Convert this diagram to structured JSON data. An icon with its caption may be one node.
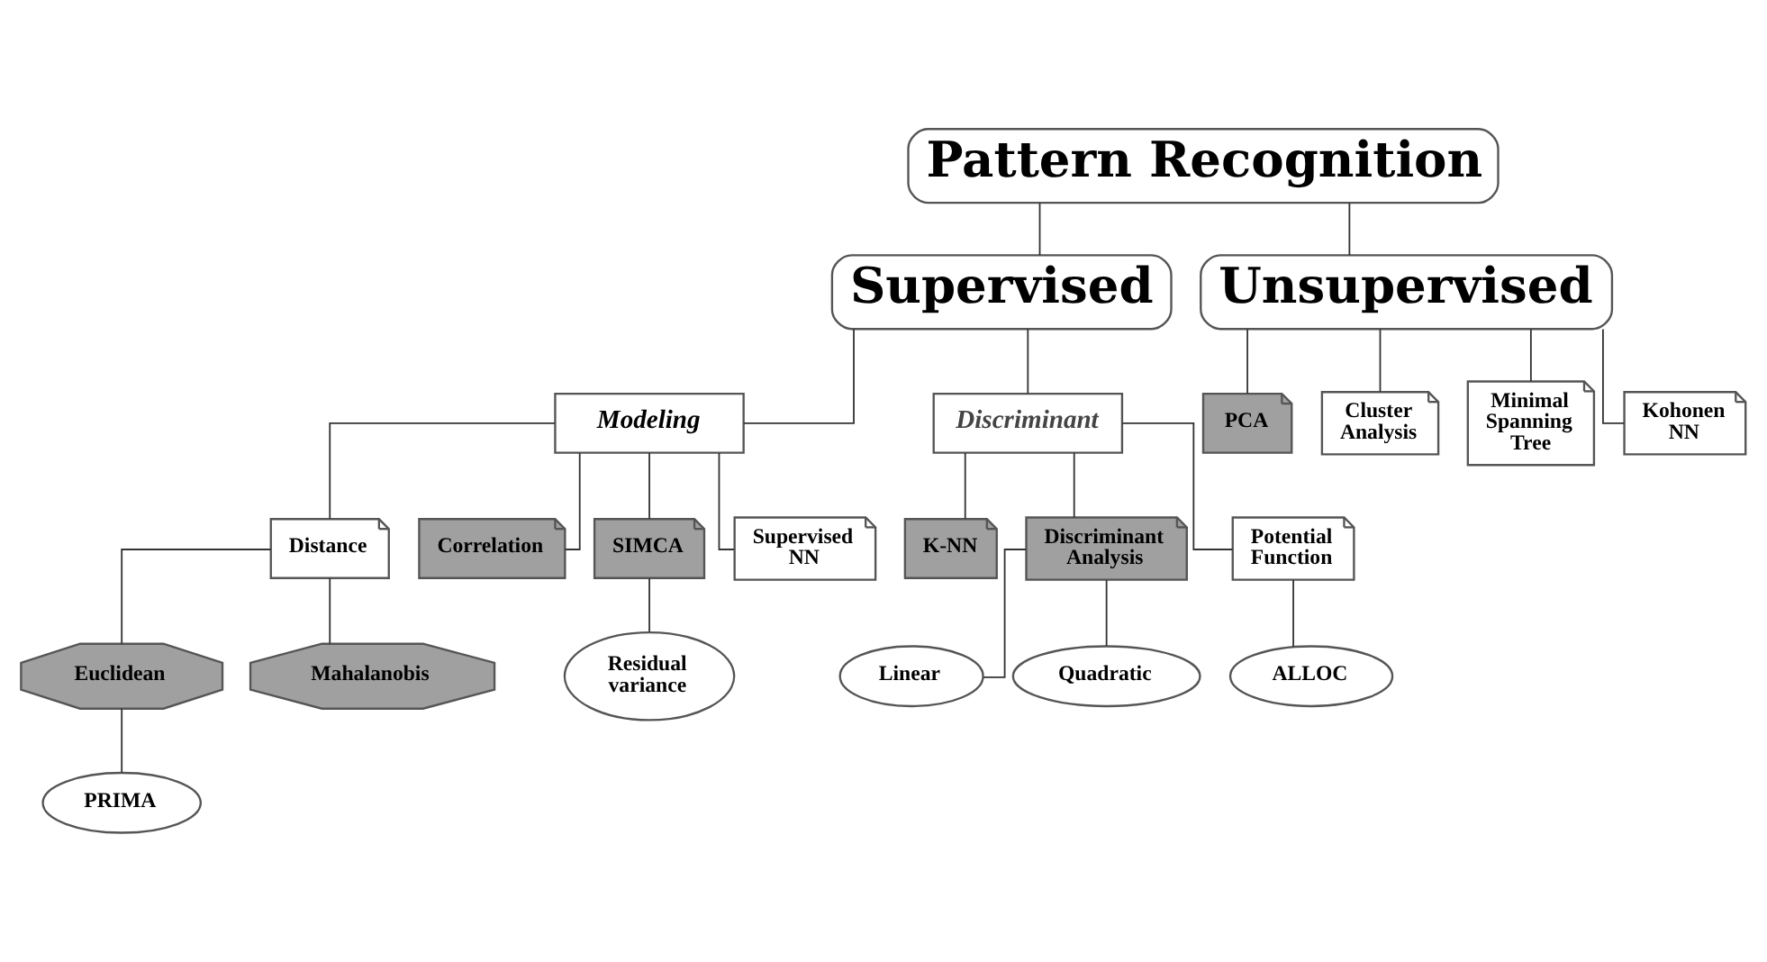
{
  "diagram": {
    "nodes": [
      {
        "text": [
          "Pattern Recognition"
        ]
      },
      {
        "text": [
          "Supervised"
        ]
      },
      {
        "text": [
          "Unsupervised"
        ]
      },
      {
        "text": [
          "Modeling"
        ]
      },
      {
        "text": [
          "Discriminant"
        ]
      },
      {
        "text": [
          "Distance"
        ]
      },
      {
        "text": [
          "Correlation"
        ]
      },
      {
        "text": [
          "SIMCA"
        ]
      },
      {
        "text": [
          "Supervised NN"
        ]
      },
      {
        "text": [
          "K-NN"
        ]
      },
      {
        "text": [
          "Discriminant Analysis"
        ]
      },
      {
        "text": [
          "Potential Function"
        ]
      },
      {
        "text": [
          "Euclidean"
        ]
      },
      {
        "text": [
          "Mahalanobis"
        ]
      },
      {
        "text": [
          "Residual variance"
        ]
      },
      {
        "text": [
          "Linear"
        ]
      },
      {
        "text": [
          "Quadratic"
        ]
      },
      {
        "text": [
          "ALLOC"
        ]
      },
      {
        "text": [
          "PRIMA"
        ]
      },
      {
        "text": [
          "PCA"
        ]
      },
      {
        "text": [
          "Cluster Analysis"
        ]
      },
      {
        "text": [
          "Minimal Spanning Tree"
        ]
      },
      {
        "text": [
          "Kohonen NN"
        ]
      }
    ],
    "edges": [
      {
        "from": 0,
        "to": 1,
        "arrow": "none"
      },
      {
        "from": 0,
        "to": 2,
        "arrow": "none"
      },
      {
        "from": 1,
        "to": 3,
        "arrow": "none"
      },
      {
        "from": 1,
        "to": 4,
        "arrow": "none"
      },
      {
        "from": 3,
        "to": 5,
        "arrow": "none"
      },
      {
        "from": 3,
        "to": 6,
        "arrow": "none"
      },
      {
        "from": 3,
        "to": 7,
        "arrow": "none"
      },
      {
        "from": 3,
        "to": 8,
        "arrow": "none"
      },
      {
        "from": 4,
        "to": 9,
        "arrow": "none"
      },
      {
        "from": 4,
        "to": 10,
        "arrow": "none"
      },
      {
        "from": 4,
        "to": 11,
        "arrow": "none"
      },
      {
        "from": 5,
        "to": 12,
        "arrow": "none"
      },
      {
        "from": 5,
        "to": 13,
        "arrow": "none"
      },
      {
        "from": 12,
        "to": 18,
        "arrow": "none"
      },
      {
        "from": 7,
        "to": 14,
        "arrow": "none"
      },
      {
        "from": 10,
        "to": 15,
        "arrow": "none"
      },
      {
        "from": 10,
        "to": 16,
        "arrow": "none"
      },
      {
        "from": 11,
        "to": 17,
        "arrow": "none"
      },
      {
        "from": 2,
        "to": 19,
        "arrow": "none"
      },
      {
        "from": 2,
        "to": 20,
        "arrow": "none"
      },
      {
        "from": 2,
        "to": 21,
        "arrow": "none"
      },
      {
        "from": 2,
        "to": 22,
        "arrow": "none"
      }
    ]
  }
}
